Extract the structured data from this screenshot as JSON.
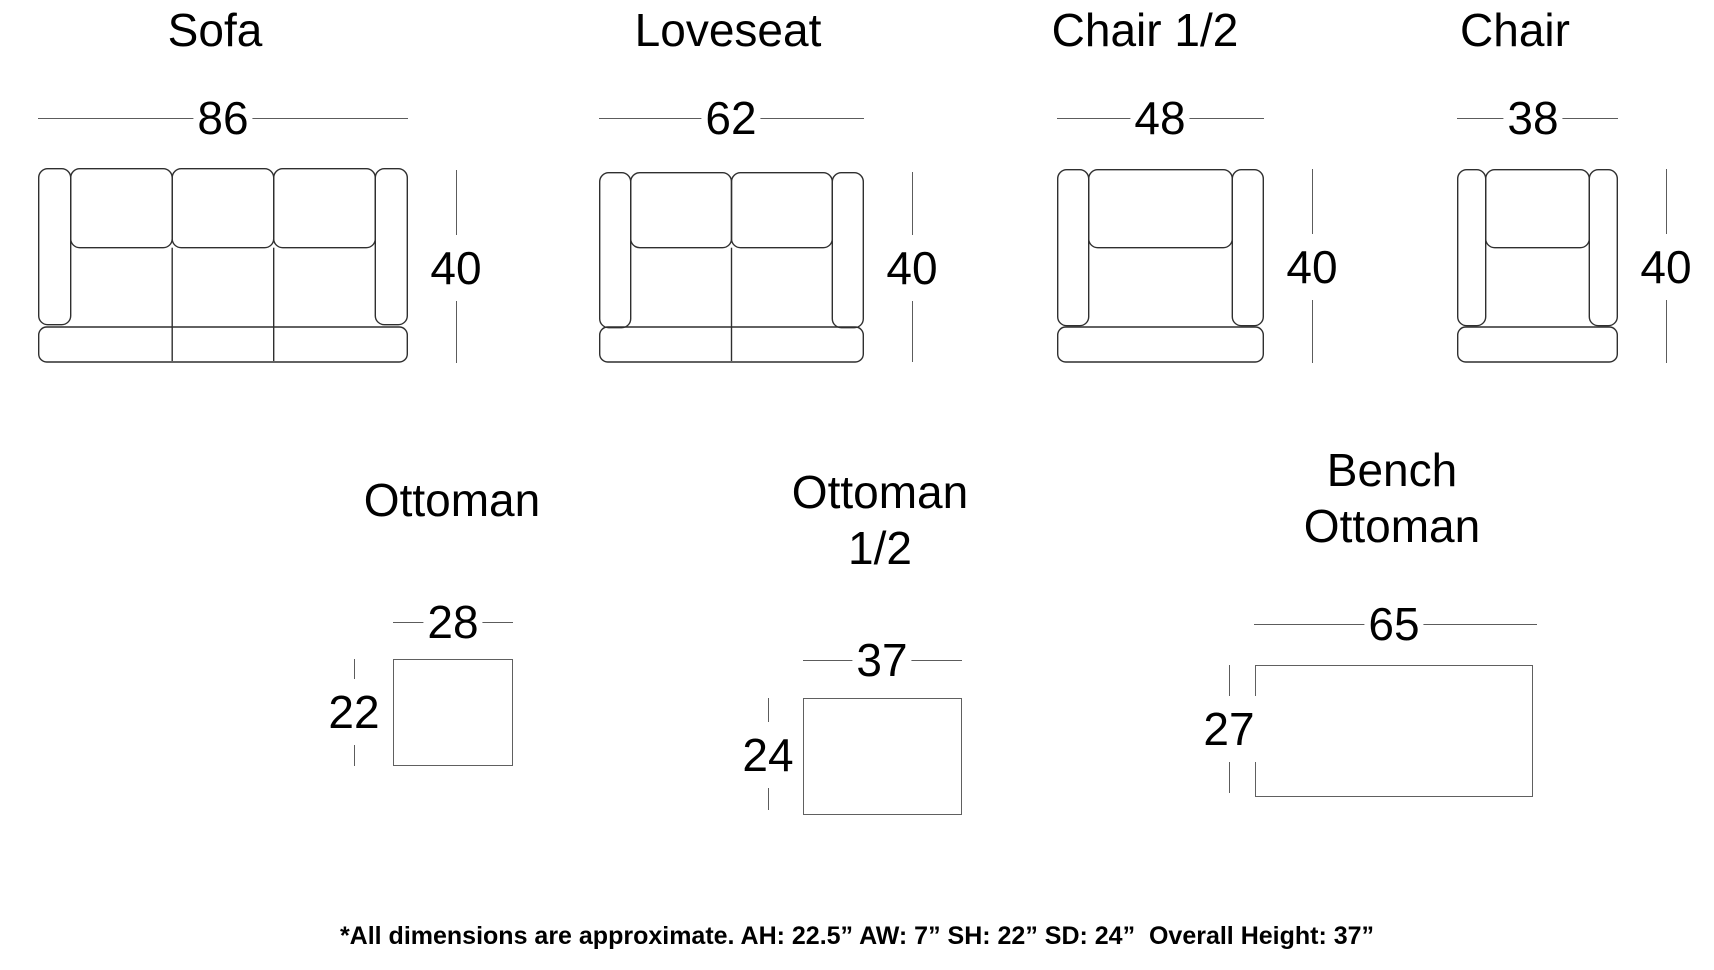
{
  "diagram": {
    "pieces": [
      {
        "id": "sofa",
        "title_lines": [
          "Sofa"
        ],
        "width_in": "86",
        "depth_in": "40",
        "seat_count": 3
      },
      {
        "id": "loveseat",
        "title_lines": [
          "Loveseat"
        ],
        "width_in": "62",
        "depth_in": "40",
        "seat_count": 2
      },
      {
        "id": "chair-half",
        "title_lines": [
          "Chair 1/2"
        ],
        "width_in": "48",
        "depth_in": "40",
        "seat_count": 1
      },
      {
        "id": "chair",
        "title_lines": [
          "Chair"
        ],
        "width_in": "38",
        "depth_in": "40",
        "seat_count": 1
      },
      {
        "id": "ottoman",
        "title_lines": [
          "Ottoman"
        ],
        "width_in": "28",
        "depth_in": "22"
      },
      {
        "id": "ottoman-half",
        "title_lines": [
          "Ottoman",
          "1/2"
        ],
        "width_in": "37",
        "depth_in": "24"
      },
      {
        "id": "bench-ottoman",
        "title_lines": [
          "Bench",
          "Ottoman"
        ],
        "width_in": "65",
        "depth_in": "27"
      }
    ],
    "footnote": "*All dimensions are approximate. AH: 22.5” AW: 7” SH: 22” SD: 24”  Overall Height: 37”",
    "colors": {
      "furniture_outline": "#2f2f2f",
      "dimension_line": "#5c5c5c",
      "text": "#000000",
      "background": "#ffffff"
    }
  }
}
